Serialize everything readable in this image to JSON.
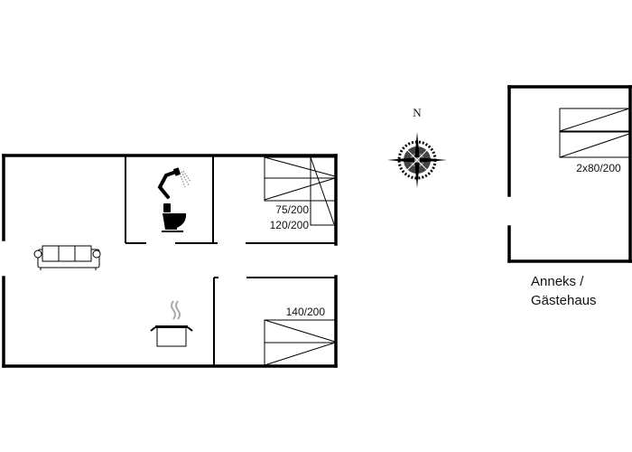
{
  "plan": {
    "compass_label": "N",
    "bed_labels": [
      "75/200",
      "120/200",
      "140/200"
    ],
    "annex": {
      "bed_label": "2x80/200",
      "title_line1": "Anneks /",
      "title_line2": "Gästehaus"
    }
  },
  "icons": [
    "sofa-icon",
    "shower-icon",
    "toilet-icon",
    "cooking-pot-icon",
    "compass-rose-icon"
  ]
}
